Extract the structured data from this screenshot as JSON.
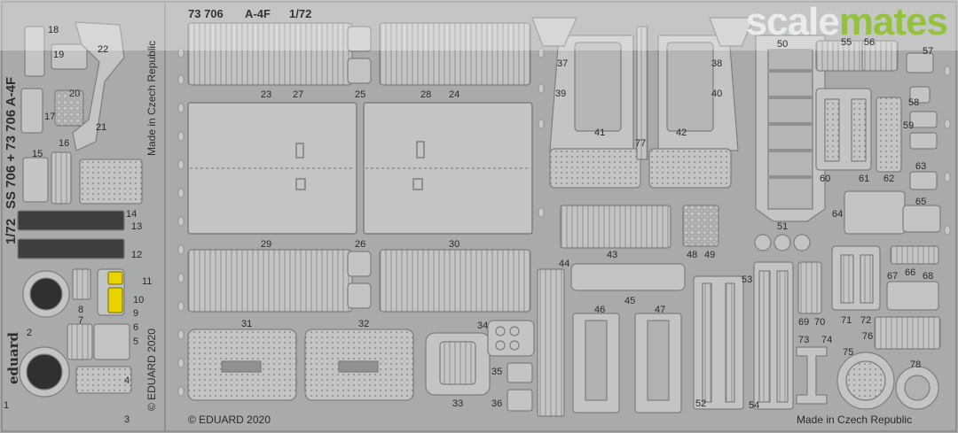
{
  "header": {
    "code": "73 706",
    "model": "A-4F",
    "scale": "1/72"
  },
  "side_title": "SS 706 + 73 706  A-4F",
  "side_scale": "1/72",
  "brand": "eduard",
  "made_in_vertical": "Made in Czech Republic",
  "copyright_vertical": "© EDUARD 2020",
  "copyright_bottom": "© EDUARD 2020",
  "made_in_bottom": "Made in Czech Republic",
  "watermark": {
    "part1": "scale",
    "part2": "mates",
    "color1": "#e9ecec",
    "color2": "#95c23d"
  },
  "part_numbers": [
    "1",
    "2",
    "3",
    "4",
    "5",
    "6",
    "7",
    "8",
    "9",
    "10",
    "11",
    "12",
    "13",
    "14",
    "15",
    "16",
    "17",
    "18",
    "19",
    "20",
    "21",
    "22",
    "23",
    "24",
    "25",
    "26",
    "27",
    "28",
    "29",
    "30",
    "31",
    "32",
    "33",
    "34",
    "35",
    "36",
    "37",
    "38",
    "39",
    "40",
    "41",
    "42",
    "43",
    "44",
    "45",
    "46",
    "47",
    "48",
    "49",
    "50",
    "51",
    "52",
    "53",
    "54",
    "55",
    "56",
    "57",
    "58",
    "59",
    "60",
    "61",
    "62",
    "63",
    "64",
    "65",
    "66",
    "67",
    "68",
    "69",
    "70",
    "71",
    "72",
    "73",
    "74",
    "75",
    "76",
    "77",
    "78"
  ],
  "colors": {
    "fret": "#a9abaa",
    "part_fill": "#c3c5c4",
    "part_edge": "#7c7f7e",
    "highlight": "#e7d400"
  }
}
